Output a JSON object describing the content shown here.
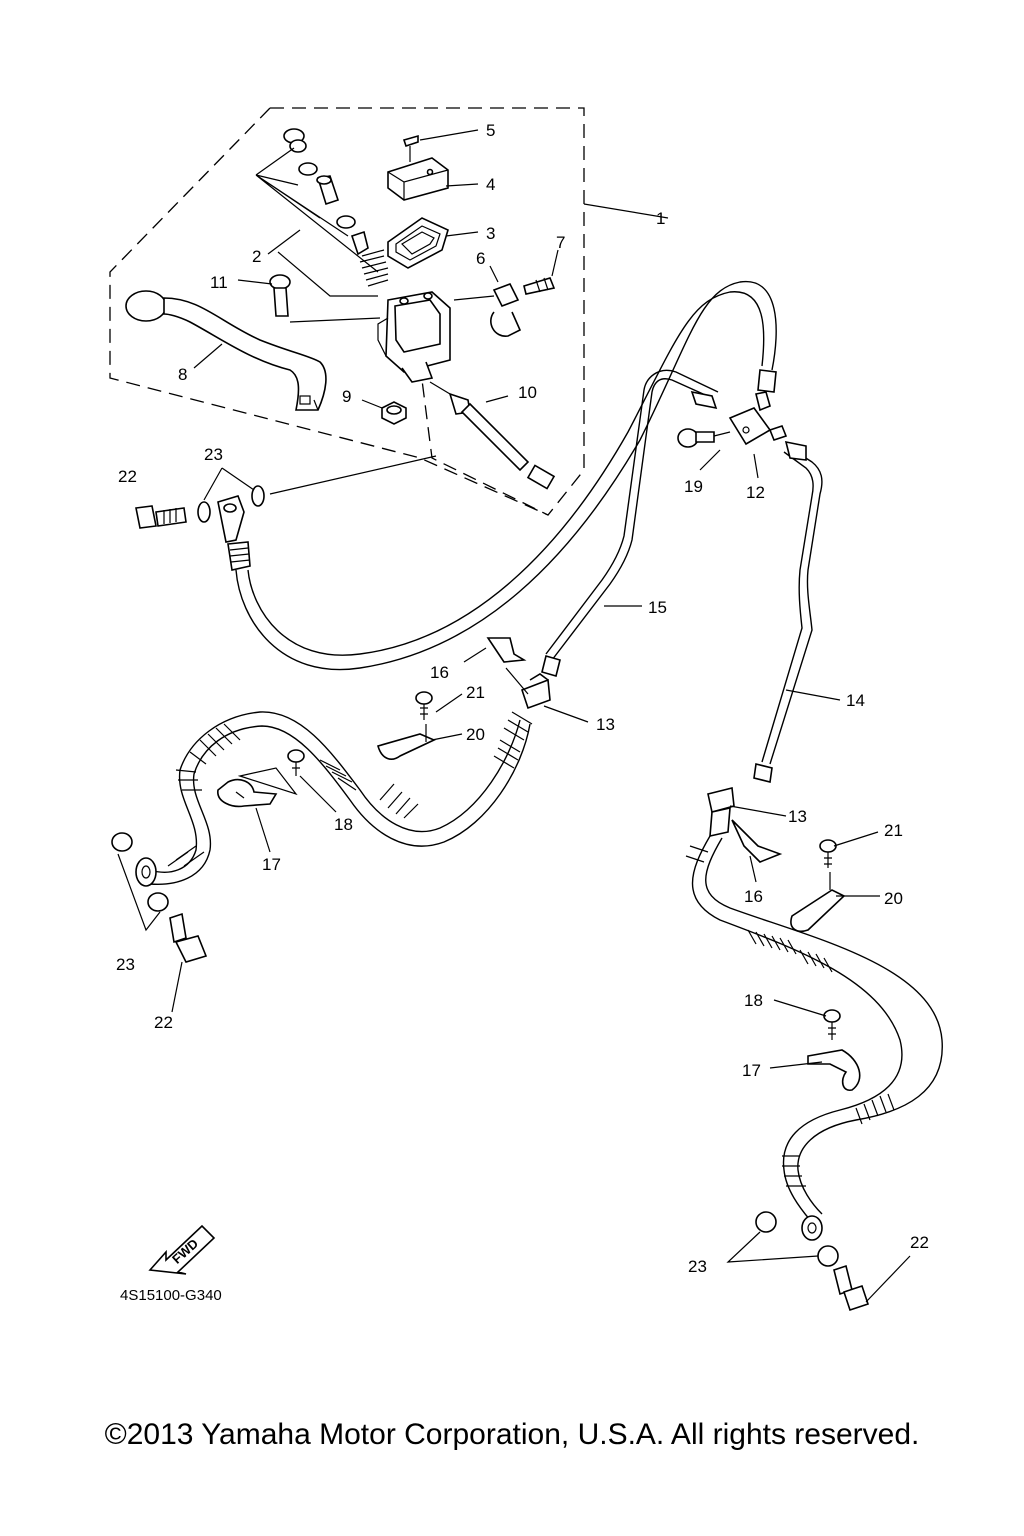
{
  "labels": {
    "p1": "1",
    "p2": "2",
    "p3": "3",
    "p4": "4",
    "p5": "5",
    "p6": "6",
    "p7": "7",
    "p8": "8",
    "p9": "9",
    "p10": "10",
    "p11": "11",
    "p12": "12",
    "p13a": "13",
    "p13b": "13",
    "p14": "14",
    "p15": "15",
    "p16a": "16",
    "p16b": "16",
    "p17a": "17",
    "p17b": "17",
    "p18a": "18",
    "p18b": "18",
    "p19": "19",
    "p20a": "20",
    "p20b": "20",
    "p21a": "21",
    "p21b": "21",
    "p22a": "22",
    "p22b": "22",
    "p22c": "22",
    "p23a": "23",
    "p23b": "23",
    "p23c": "23"
  },
  "fwd_label": "FWD",
  "diagram_code": "4S15100-G340",
  "copyright": "©2013 Yamaha Motor Corporation, U.S.A. All rights reserved."
}
